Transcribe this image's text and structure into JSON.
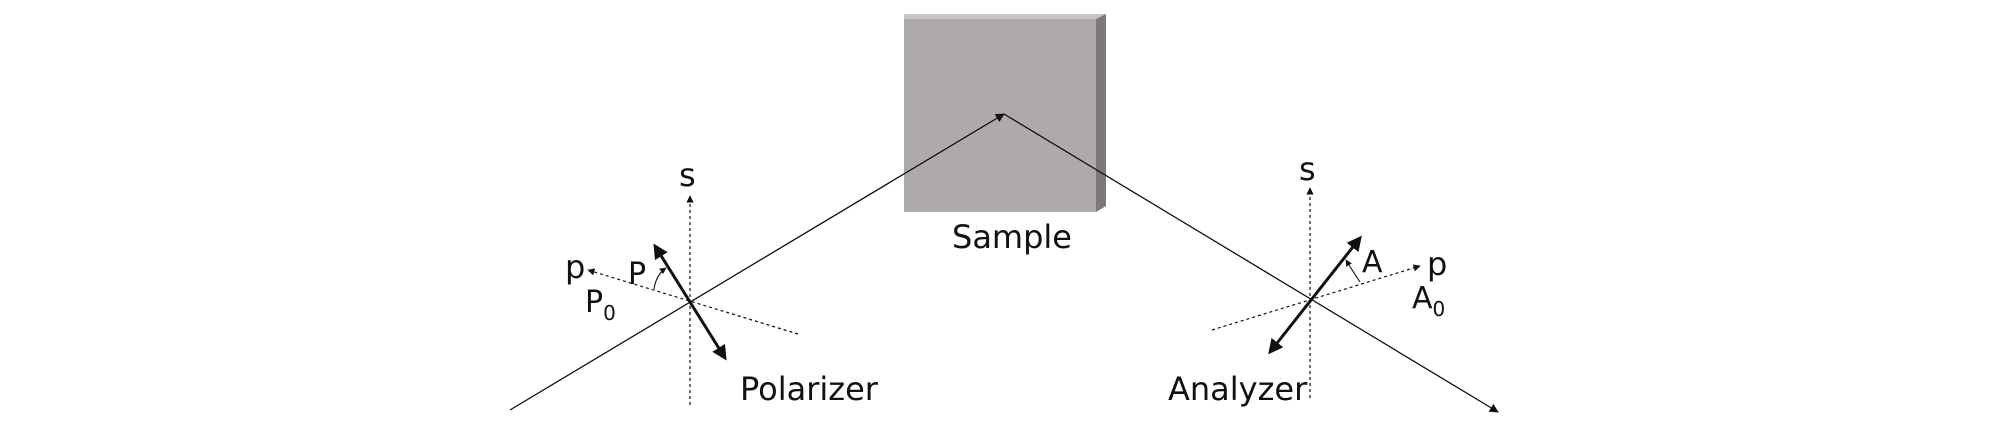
{
  "labels": {
    "sample": "Sample",
    "polarizer": "Polarizer",
    "analyzer": "Analyzer",
    "s_left": "s",
    "p_left": "p",
    "p_angle": "P",
    "p0_main": "P",
    "p0_sub": "0",
    "s_right": "s",
    "p_right": "p",
    "a_angle": "A",
    "a0_main": "A",
    "a0_sub": "0"
  },
  "colors": {
    "sample_face": "#aeaaa9",
    "sample_top": "#c8c5c4",
    "sample_side": "#7d7978",
    "ink": "#111111"
  }
}
